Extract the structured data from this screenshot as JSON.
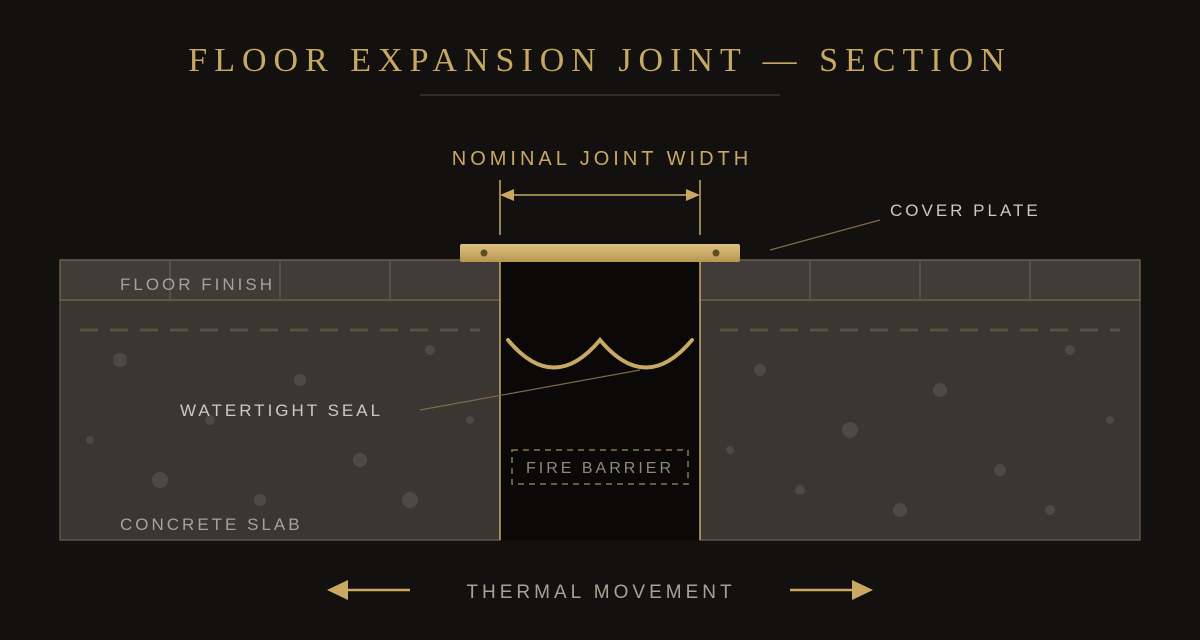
{
  "title": "FLOOR EXPANSION JOINT — SECTION",
  "labels": {
    "joint_width": "NOMINAL JOINT WIDTH",
    "cover_plate": "COVER PLATE",
    "floor_finish": "FLOOR FINISH",
    "watertight_seal": "WATERTIGHT SEAL",
    "fire_barrier": "FIRE BARRIER",
    "concrete_slab": "CONCRETE SLAB",
    "thermal_movement": "THERMAL MOVEMENT"
  },
  "colors": {
    "background": "#121110",
    "gold": "#c8a862",
    "gold_light": "#d9bd7a",
    "slab": "#3a3632",
    "finish": "#413c37",
    "gap": "#0a0908",
    "label_light": "#cfc8bc",
    "label_muted": "#a8a196"
  },
  "icons": {
    "left": "arrow-left-icon",
    "right": "arrow-right-icon"
  }
}
